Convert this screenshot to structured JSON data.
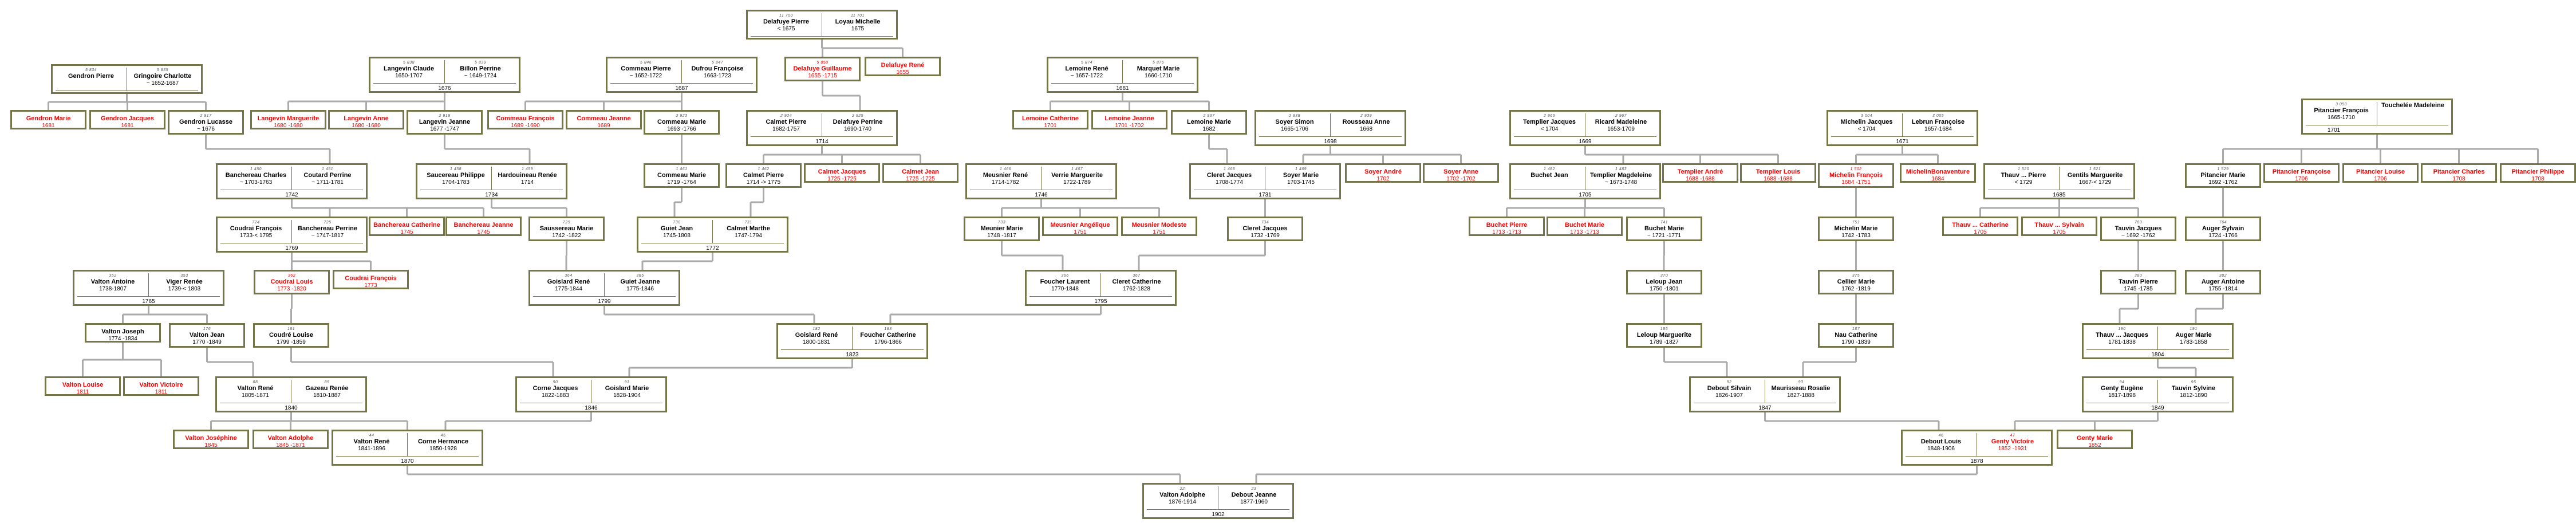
{
  "colors": {
    "box_border": "#75754a",
    "connector": "#aaaaaa",
    "non_ancestor_text": "#ff0000"
  },
  "boxes": [
    {
      "husband": {
        "num": "5 834",
        "name": "Gendron Pierre",
        "dates": ""
      },
      "wife": {
        "num": "5 835",
        "name": "Gringoire Charlotte",
        "dates": "~ 1652-1687"
      },
      "marriage": ""
    },
    {
      "num": "",
      "name": "Gendron Marie",
      "dates": "1681",
      "color": "#ff0000"
    },
    {
      "num": "",
      "name": "Gendron Jacques",
      "dates": "1681",
      "color": "#ff0000"
    },
    {
      "num": "2 917",
      "name": "Gendron Lucasse",
      "dates": "~ 1676"
    },
    {
      "num": "",
      "name": "Langevin Marguerite",
      "dates": "1680 -1680",
      "color": "#ff0000"
    },
    {
      "num": "",
      "name": "Langevin Anne",
      "dates": "1680 -1680",
      "color": "#ff0000"
    },
    {
      "num": "2 919",
      "name": "Langevin Jeanne",
      "dates": "1677 -1747"
    },
    {
      "husband": {
        "num": "5 838",
        "name": "Langevin Claude",
        "dates": "1650-1707"
      },
      "wife": {
        "num": "5 839",
        "name": "Billon Perrine",
        "dates": "~ 1649-1724"
      },
      "marriage": "1676"
    },
    {
      "husband": {
        "num": "5 846",
        "name": "Commeau Pierre",
        "dates": "~ 1652-1722"
      },
      "wife": {
        "num": "5 847",
        "name": "Dufrou Françoise",
        "dates": "1663-1723"
      },
      "marriage": "1687"
    },
    {
      "num": "",
      "name": "Commeau François",
      "dates": "1689 -1690",
      "color": "#ff0000"
    },
    {
      "num": "",
      "name": "Commeau Jeanne",
      "dates": "1689",
      "color": "#ff0000"
    },
    {
      "num": "2 923",
      "name": "Commeau Marie",
      "dates": "1693 -1766"
    },
    {
      "husband": {
        "num": "11 700",
        "name": "Delafuye Pierre",
        "dates": "< 1675"
      },
      "wife": {
        "num": "11 701",
        "name": "Loyau Michelle",
        "dates": "1675"
      },
      "marriage": ""
    },
    {
      "num": "5 850",
      "name": "Delafuye Guillaume",
      "dates": "1655 -1715",
      "color": "#ff0000"
    },
    {
      "num": "",
      "name": "Delafuye René",
      "dates": "1655",
      "color": "#ff0000"
    },
    {
      "husband": {
        "num": "2 924",
        "name": "Calmet Pierre",
        "dates": "1682-1757"
      },
      "wife": {
        "num": "2 925",
        "name": "Delafuye Perrine",
        "dates": "1690-1740"
      },
      "marriage": "1714"
    },
    {
      "husband": {
        "num": "1 450",
        "name": "Banchereau Charles",
        "dates": "~ 1703-1763"
      },
      "wife": {
        "num": "1 451",
        "name": "Coutard Perrine",
        "dates": "~ 1711-1781"
      },
      "marriage": "1742"
    },
    {
      "husband": {
        "num": "1 458",
        "name": "Saucereau Philippe",
        "dates": "1704-1783"
      },
      "wife": {
        "num": "1 459",
        "name": "Hardouineau Renée",
        "dates": "1714"
      },
      "marriage": "1734"
    },
    {
      "num": "1 461",
      "name": "Commeau Marie",
      "dates": "1719 -1764"
    },
    {
      "num": "1 462",
      "name": "Calmet Pierre",
      "dates": "1714 -> 1775"
    },
    {
      "num": "",
      "name": "Calmet Jacques",
      "dates": "1725 -1725",
      "color": "#ff0000"
    },
    {
      "num": "",
      "name": "Calmet Jean",
      "dates": "1725 -1725",
      "color": "#ff0000"
    },
    {
      "husband": {
        "num": "724",
        "name": "Coudrai François",
        "dates": "1733-< 1795"
      },
      "wife": {
        "num": "725",
        "name": "Banchereau Perrine",
        "dates": "~ 1747-1817"
      },
      "marriage": "1769"
    },
    {
      "num": "",
      "name": "Banchereau Catherine",
      "dates": "1745",
      "color": "#ff0000"
    },
    {
      "num": "",
      "name": "Banchereau Jeanne",
      "dates": "1745",
      "color": "#ff0000"
    },
    {
      "num": "729",
      "name": "Saussereau Marie",
      "dates": "1742 -1822"
    },
    {
      "husband": {
        "num": "730",
        "name": "Guiet Jean",
        "dates": "1745-1808"
      },
      "wife": {
        "num": "731",
        "name": "Calmet Marthe",
        "dates": "1747-1794"
      },
      "marriage": "1772"
    },
    {
      "husband": {
        "num": "352",
        "name": "Valton Antoine",
        "dates": "1738-1807"
      },
      "wife": {
        "num": "353",
        "name": "Viger Renée",
        "dates": "1739-< 1803"
      },
      "marriage": "1765"
    },
    {
      "num": "362",
      "name": "Coudrai Louis",
      "dates": "1773 -1820",
      "color": "#ff0000"
    },
    {
      "num": "",
      "name": "Coudrai François",
      "dates": "1773",
      "color": "#ff0000"
    },
    {
      "husband": {
        "num": "364",
        "name": "Goislard René",
        "dates": "1775-1844"
      },
      "wife": {
        "num": "365",
        "name": "Guiet Jeanne",
        "dates": "1775-1846"
      },
      "marriage": "1799"
    },
    {
      "num": "",
      "name": "Valton Joseph",
      "dates": "1774 -1834"
    },
    {
      "num": "176",
      "name": "Valton Jean",
      "dates": "1770 -1849"
    },
    {
      "num": "181",
      "name": "Coudré Louise",
      "dates": "1799 -1859"
    },
    {
      "husband": {
        "num": "182",
        "name": "Goislard René",
        "dates": "1800-1831"
      },
      "wife": {
        "num": "183",
        "name": "Foucher Catherine",
        "dates": "1796-1866"
      },
      "marriage": "1823"
    },
    {
      "num": "",
      "name": "Valton Louise",
      "dates": "1811",
      "color": "#ff0000"
    },
    {
      "num": "",
      "name": "Valton Victoire",
      "dates": "1811",
      "color": "#ff0000"
    },
    {
      "husband": {
        "num": "88",
        "name": "Valton René",
        "dates": "1805-1871"
      },
      "wife": {
        "num": "89",
        "name": "Gazeau Renée",
        "dates": "1810-1887"
      },
      "marriage": "1840"
    },
    {
      "husband": {
        "num": "90",
        "name": "Corne Jacques",
        "dates": "1822-1883"
      },
      "wife": {
        "num": "91",
        "name": "Goislard Marie",
        "dates": "1828-1904"
      },
      "marriage": "1846"
    },
    {
      "num": "",
      "name": "Valton Joséphine",
      "dates": "1845",
      "color": "#ff0000"
    },
    {
      "num": "",
      "name": "Valton Adolphe",
      "dates": "1845 -1871",
      "color": "#ff0000"
    },
    {
      "husband": {
        "num": "44",
        "name": "Valton René",
        "dates": "1841-1896"
      },
      "wife": {
        "num": "45",
        "name": "Corne Hermance",
        "dates": "1850-1928"
      },
      "marriage": "1870"
    },
    {
      "husband": {
        "num": "22",
        "name": "Valton Adolphe",
        "dates": "1876-1914"
      },
      "wife": {
        "num": "23",
        "name": "Debout Jeanne",
        "dates": "1877-1960"
      },
      "marriage": "1902"
    },
    {
      "husband": {
        "num": "5 874",
        "name": "Lemoine René",
        "dates": "~ 1657-1722"
      },
      "wife": {
        "num": "5 875",
        "name": "Marquet Marie",
        "dates": "1660-1710"
      },
      "marriage": "1681"
    },
    {
      "num": "",
      "name": "Lemoine Catherine",
      "dates": "1701",
      "color": "#ff0000"
    },
    {
      "num": "",
      "name": "Lemoine Jeanne",
      "dates": "1701 -1702",
      "color": "#ff0000"
    },
    {
      "num": "2 937",
      "name": "Lemoine Marie",
      "dates": "1682"
    },
    {
      "husband": {
        "num": "1 466",
        "name": "Meusnier René",
        "dates": "1714-1782"
      },
      "wife": {
        "num": "1 467",
        "name": "Verrie Marguerite",
        "dates": "1722-1789"
      },
      "marriage": "1746"
    },
    {
      "husband": {
        "num": "1 468",
        "name": "Cleret Jacques",
        "dates": "1708-1774"
      },
      "wife": {
        "num": "1 469",
        "name": "Soyer Marie",
        "dates": "1703-1745"
      },
      "marriage": "1731"
    },
    {
      "num": "733",
      "name": "Meunier Marie",
      "dates": "1748 -1817"
    },
    {
      "num": "",
      "name": "Meusnier Angélique",
      "dates": "1751",
      "color": "#ff0000"
    },
    {
      "num": "",
      "name": "Meusnier Modeste",
      "dates": "1751",
      "color": "#ff0000"
    },
    {
      "num": "734",
      "name": "Cleret Jacques",
      "dates": "1732 -1769"
    },
    {
      "husband": {
        "num": "366",
        "name": "Foucher Laurent",
        "dates": "1770-1848"
      },
      "wife": {
        "num": "367",
        "name": "Cleret Catherine",
        "dates": "1762-1828"
      },
      "marriage": "1795"
    },
    {
      "husband": {
        "num": "2 938",
        "name": "Soyer Simon",
        "dates": "1665-1706"
      },
      "wife": {
        "num": "2 939",
        "name": "Rousseau Anne",
        "dates": "1668"
      },
      "marriage": "1698"
    },
    {
      "num": "",
      "name": "Soyer André",
      "dates": "1702",
      "color": "#ff0000"
    },
    {
      "num": "",
      "name": "Soyer Anne",
      "dates": "1702 -1702",
      "color": "#ff0000"
    },
    {
      "husband": {
        "num": "2 966",
        "name": "Templier Jacques",
        "dates": "< 1704"
      },
      "wife": {
        "num": "2 967",
        "name": "Ricard Madeleine",
        "dates": "1653-1709"
      },
      "marriage": "1669"
    },
    {
      "husband": {
        "num": "1 482",
        "name": "Buchet Jean",
        "dates": ""
      },
      "wife": {
        "num": "1 483",
        "name": "Templier Magdeleine",
        "dates": "~ 1673-1748"
      },
      "marriage": "1705"
    },
    {
      "num": "",
      "name": "Templier André",
      "dates": "1688 -1688",
      "color": "#ff0000"
    },
    {
      "num": "",
      "name": "Templier Louis",
      "dates": "1688 -1688",
      "color": "#ff0000"
    },
    {
      "num": "",
      "name": "Buchet Pierre",
      "dates": "1713 -1713",
      "color": "#ff0000"
    },
    {
      "num": "",
      "name": "Buchet Marie",
      "dates": "1713 -1713",
      "color": "#ff0000"
    },
    {
      "num": "741",
      "name": "Buchet Marie",
      "dates": "~ 1721 -1771"
    },
    {
      "num": "370",
      "name": "Leloup Jean",
      "dates": "1750 -1801"
    },
    {
      "num": "185",
      "name": "Leloup Marguerite",
      "dates": "1789 -1827"
    },
    {
      "husband": {
        "num": "3 004",
        "name": "Michelin Jacques",
        "dates": "< 1704"
      },
      "wife": {
        "num": "3 005",
        "name": "Lebrun Françoise",
        "dates": "1657-1684"
      },
      "marriage": "1671"
    },
    {
      "num": "1 502",
      "name": "Michelin François",
      "dates": "1684 -1751",
      "color": "#ff0000"
    },
    {
      "num": "",
      "name": "MichelinBonaventure",
      "dates": "1684",
      "color": "#ff0000"
    },
    {
      "num": "751",
      "name": "Michelin Marie",
      "dates": "1742 -1783"
    },
    {
      "num": "375",
      "name": "Cellier Marie",
      "dates": "1762 -1819"
    },
    {
      "num": "187",
      "name": "Nau Catherine",
      "dates": "1790 -1839"
    },
    {
      "husband": {
        "num": "92",
        "name": "Debout Silvain",
        "dates": "1826-1907"
      },
      "wife": {
        "num": "93",
        "name": "Maurisseau Rosalie",
        "dates": "1827-1888"
      },
      "marriage": "1847"
    },
    {
      "husband": {
        "num": "46",
        "name": "Debout Louis",
        "dates": "1848-1906"
      },
      "wife": {
        "num": "47",
        "name": "Genty Victoire",
        "dates": "1852 -1931",
        "color": "#ff0000"
      },
      "marriage": "1878"
    },
    {
      "husband": {
        "num": "1 520",
        "name": "Thauv ... Pierre",
        "dates": "< 1729"
      },
      "wife": {
        "num": "1 521",
        "name": "Gentils Marguerite",
        "dates": "1667-< 1729"
      },
      "marriage": "1685"
    },
    {
      "num": "",
      "name": "Thauv ... Catherine",
      "dates": "1705",
      "color": "#ff0000"
    },
    {
      "num": "",
      "name": "Thauv ... Sylvain",
      "dates": "1705",
      "color": "#ff0000"
    },
    {
      "num": "760",
      "name": "Tauvin Jacques",
      "dates": "~ 1692 -1762"
    },
    {
      "num": "380",
      "name": "Tauvin Pierre",
      "dates": "1745 -1785"
    },
    {
      "husband": {
        "num": "190",
        "name": "Thauv ... Jacques",
        "dates": "1781-1838"
      },
      "wife": {
        "num": "191",
        "name": "Auger Marie",
        "dates": "1783-1858"
      },
      "marriage": "1804"
    },
    {
      "husband": {
        "num": "94",
        "name": "Genty Eugène",
        "dates": "1817-1898"
      },
      "wife": {
        "num": "95",
        "name": "Tauvin Sylvine",
        "dates": "1812-1890"
      },
      "marriage": "1849"
    },
    {
      "num": "",
      "name": "Genty Marie",
      "dates": "1852",
      "color": "#ff0000"
    },
    {
      "husband": {
        "num": "3 058",
        "name": "Pitancier François",
        "dates": "1665-1710"
      },
      "wife": {
        "num": "",
        "name": "Touchelée Madeleine",
        "dates": ""
      },
      "marriage": "1701"
    },
    {
      "num": "1 529",
      "name": "Pitancier Marie",
      "dates": "1692 -1762"
    },
    {
      "num": "",
      "name": "Pitancier Françoise",
      "dates": "1706",
      "color": "#ff0000"
    },
    {
      "num": "",
      "name": "Pitancier Louise",
      "dates": "1706",
      "color": "#ff0000"
    },
    {
      "num": "",
      "name": "Pitancier Charles",
      "dates": "1708",
      "color": "#ff0000"
    },
    {
      "num": "",
      "name": "Pitancier Philippe",
      "dates": "1708",
      "color": "#ff0000"
    },
    {
      "num": "764",
      "name": "Auger Sylvain",
      "dates": "1724 -1766"
    },
    {
      "num": "382",
      "name": "Auger Antoine",
      "dates": "1755 -1814"
    }
  ]
}
